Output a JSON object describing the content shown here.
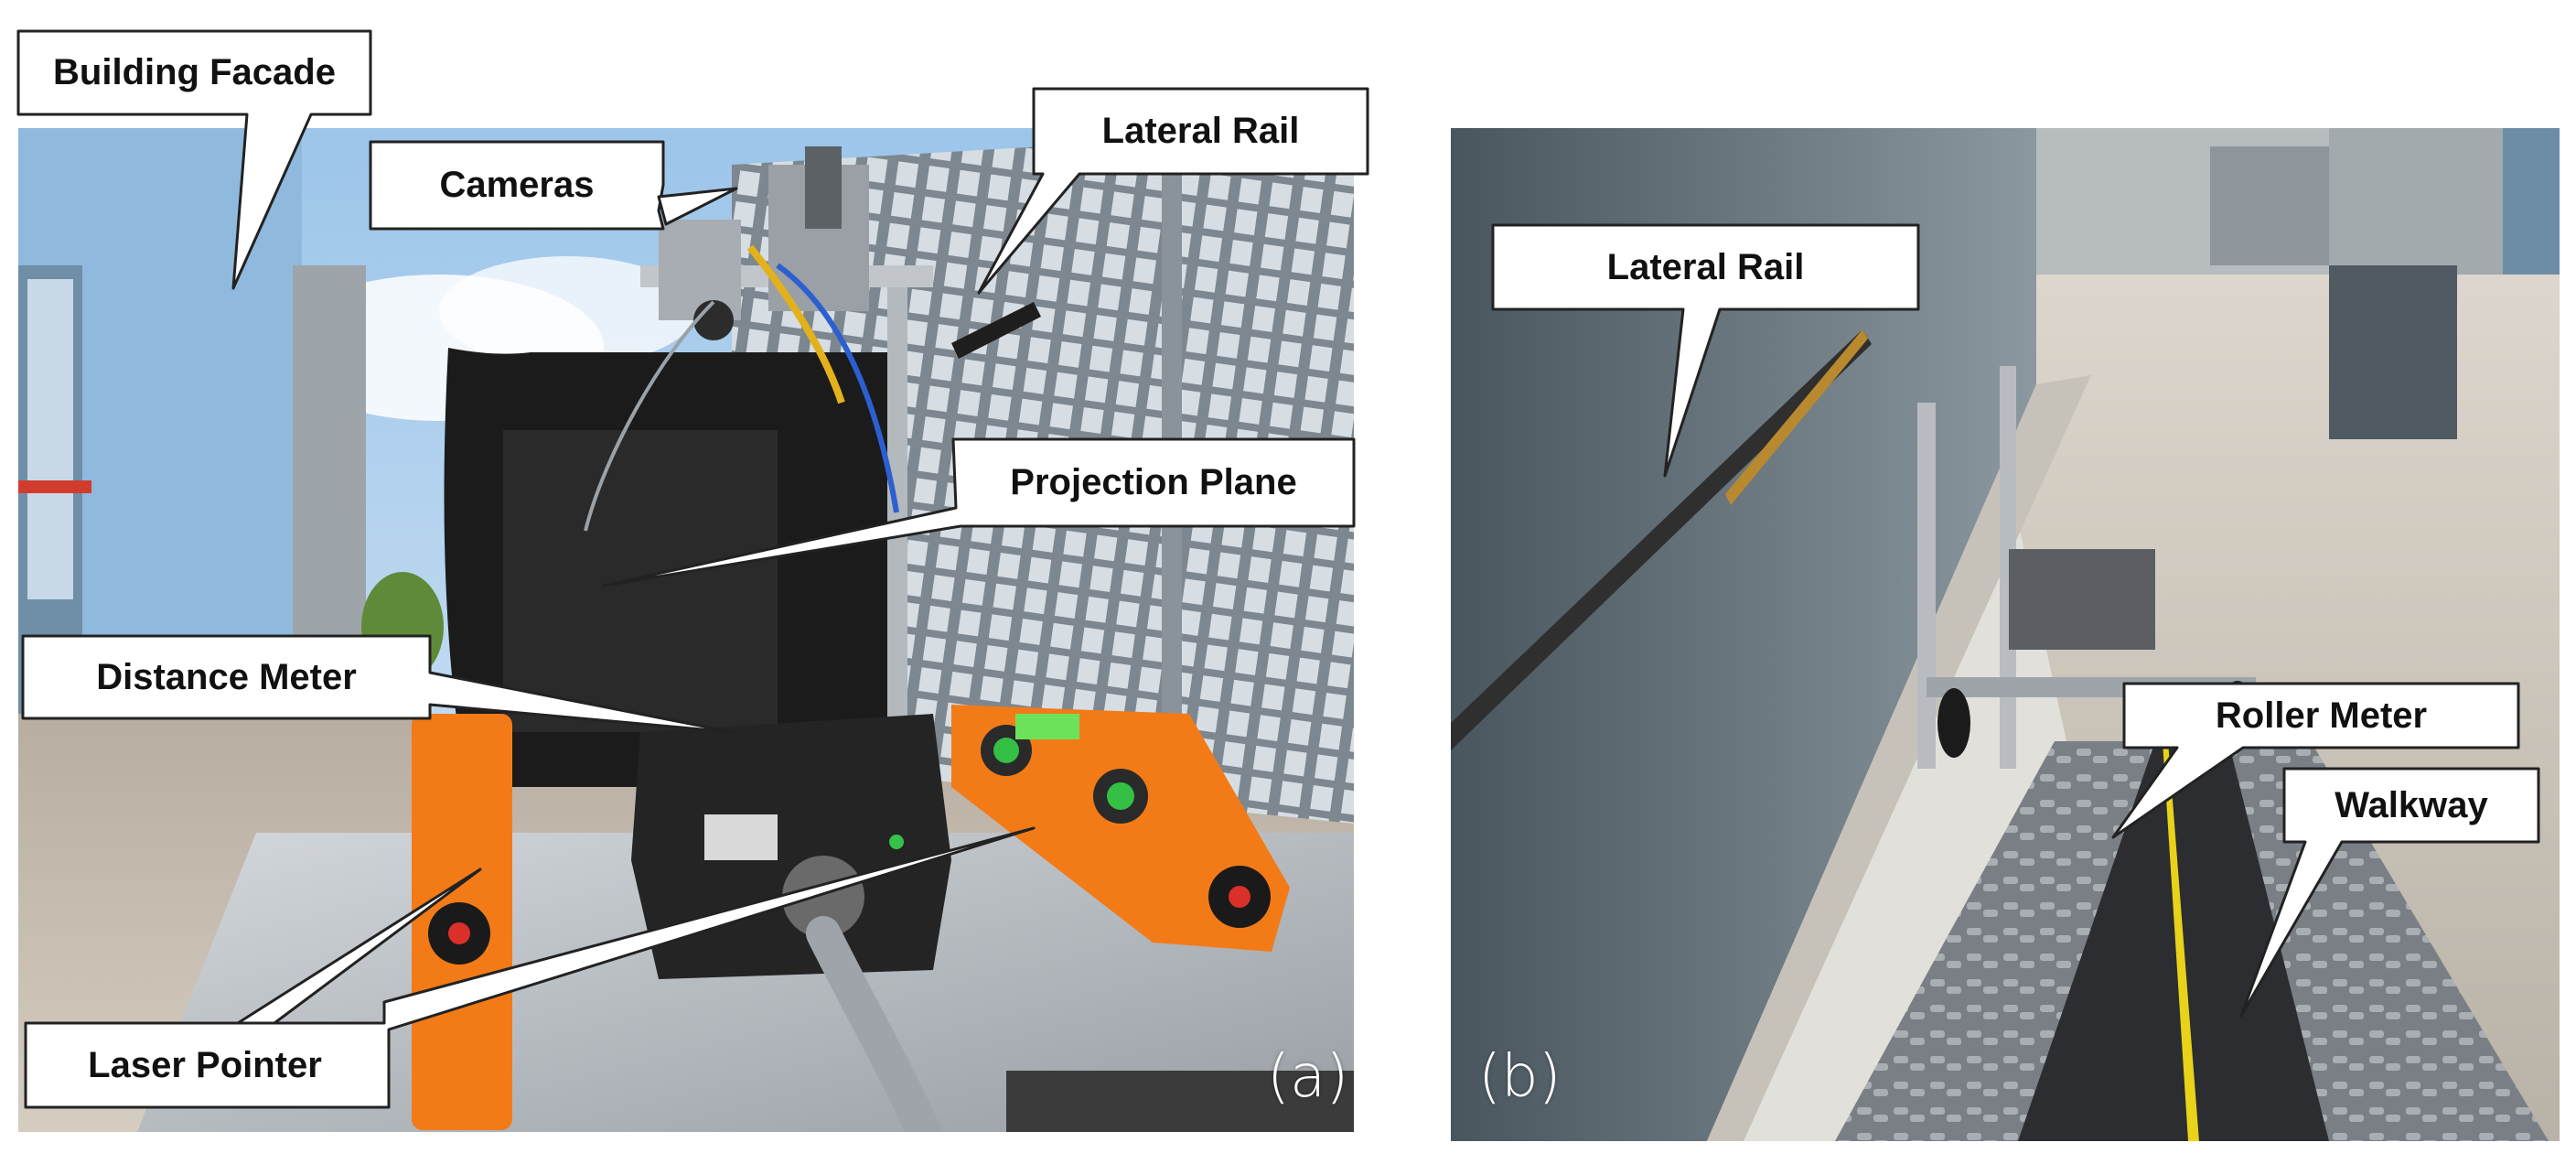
{
  "figure": {
    "panel_a": {
      "letter": "(a)",
      "callouts": {
        "building_facade": "Building Facade",
        "cameras": "Cameras",
        "lateral_rail": "Lateral Rail",
        "projection_plane": "Projection Plane",
        "distance_meter": "Distance Meter",
        "laser_pointer": "Laser Pointer"
      }
    },
    "panel_b": {
      "letter": "(b)",
      "callouts": {
        "lateral_rail": "Lateral Rail",
        "roller_meter": "Roller Meter",
        "walkway": "Walkway"
      }
    }
  },
  "colors": {
    "sky": "#b9d7f0",
    "facade_blue": "#8db8dc",
    "fence_grey": "#6f7a82",
    "concrete": "#c9c0b4",
    "aluminium_plate": "#b8bcc0",
    "level_orange": "#f07a16",
    "projection_black": "#1a1a1a",
    "walkway_grey": "#6e7378",
    "roller_tape": "#e8d21a",
    "callout_fill": "#ffffff",
    "callout_stroke": "#222222"
  }
}
